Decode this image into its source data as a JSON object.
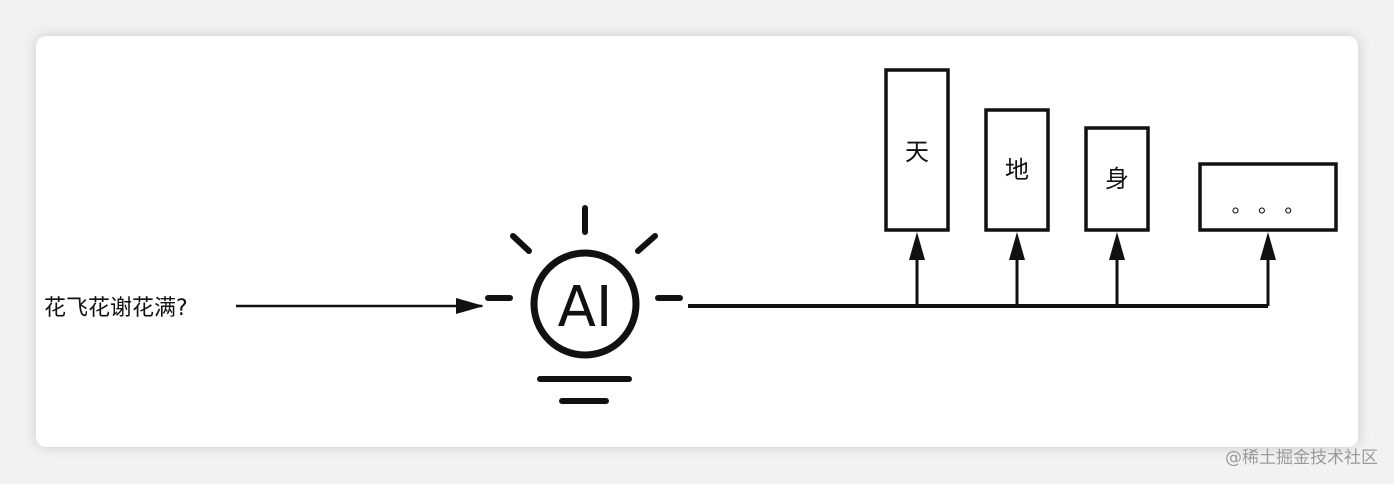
{
  "diagram": {
    "input_text": "花飞花谢花满?",
    "ai_label": "AI",
    "outputs": [
      "天",
      "地",
      "身",
      "。 。 。"
    ]
  },
  "watermark": "@稀土掘金技术社区",
  "colors": {
    "stroke": "#111111",
    "background": "#ffffff",
    "watermark": "#9a9a9a"
  }
}
